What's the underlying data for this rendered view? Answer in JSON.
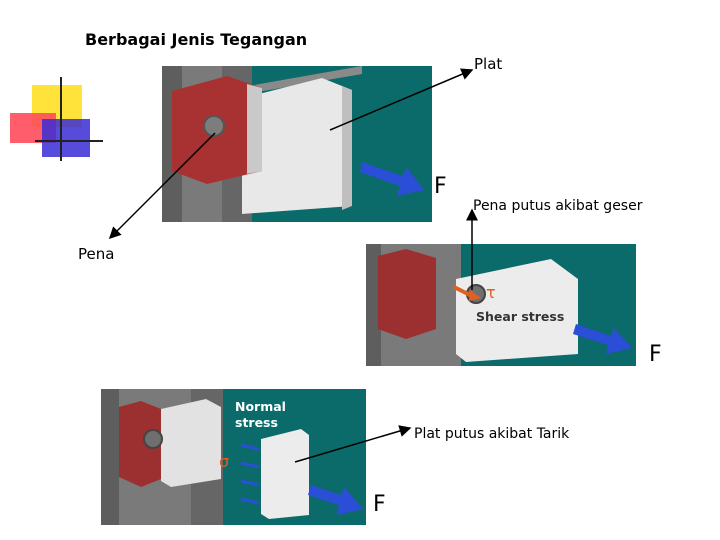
{
  "slide": {
    "title": "Berbagai Jenis Tegangan",
    "labels": {
      "plat": "Plat",
      "pena": "Pena",
      "pena_putus": "Pena putus akibat geser",
      "plat_putus": "Plat putus akibat Tarik"
    },
    "force_symbol": "F",
    "panel2": {
      "tau": "τ",
      "caption": "Shear stress"
    },
    "panel3": {
      "sigma": "σ",
      "caption_line1": "Normal",
      "caption_line2": "stress"
    }
  },
  "colors": {
    "teal": "#0b6a6a",
    "red_plate": "#a83232",
    "white_plate": "#eeeeee",
    "arrow_blue": "#2a4fd6",
    "orange_arrow": "#e06020"
  }
}
